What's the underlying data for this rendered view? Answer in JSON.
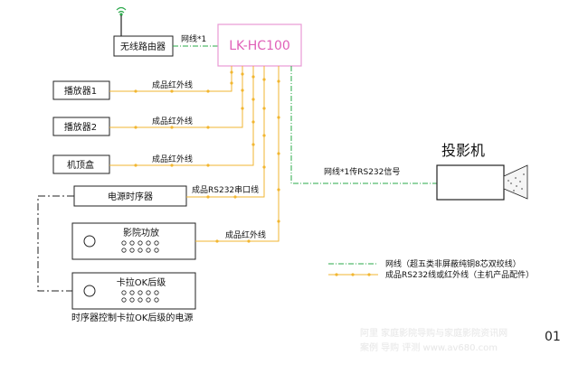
{
  "controller": {
    "label": "LK-HC100"
  },
  "router": {
    "label": "无线路由器"
  },
  "devices": {
    "player1": "播放器1",
    "player2": "播放器2",
    "stb": "机顶盒",
    "sequencer": "电源时序器",
    "amp": "影院功放",
    "karaoke": "卡拉OK后级"
  },
  "links": {
    "network": "网线*1",
    "ir1": "成品红外线",
    "ir2": "成品红外线",
    "ir3": "成品红外线",
    "rs232": "成品RS232串口线",
    "ir4": "成品红外线",
    "projector_link": "网线*1传RS232信号"
  },
  "projector": {
    "label": "投影机"
  },
  "legend": {
    "network": "网线（超五类非屏蔽纯铜8芯双绞线）",
    "cable": "成品RS232线或红外线（主机产品配件）"
  },
  "note": "时序器控制卡拉OK后级的电源",
  "watermark": {
    "line1": "阿里 家庭影院导购与家庭影院资讯网",
    "line2": "案例  导购  评测     www.av680.com"
  },
  "page_number": "01",
  "colors": {
    "controller_border": "#e89ad4",
    "network_line": "#2aa84a",
    "cable_line": "#f2b630",
    "box_border": "#222222"
  }
}
